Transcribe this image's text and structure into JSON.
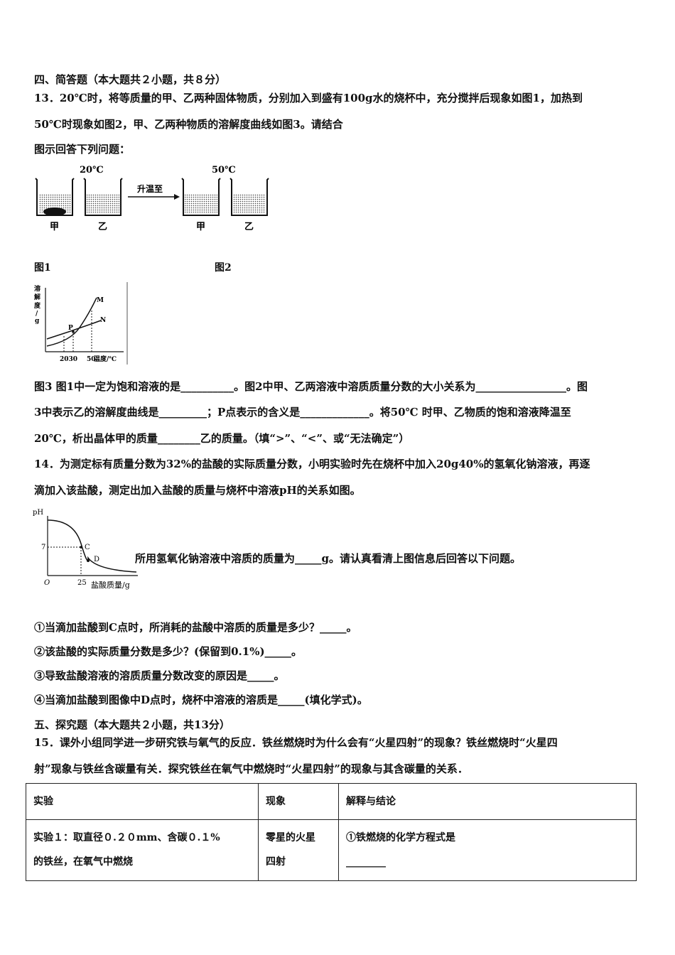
{
  "section4": {
    "heading": "四、简答题（本大题共２小题，共８分）",
    "q13_line1": "13．20℃时，将等质量的甲、乙两种固体物质，分别加入到盛有100g水的烧杯中，充分搅拌后现象如图1，加热到",
    "q13_line2": "50℃时现象如图2，甲、乙两种物质的溶解度曲线如图3。请结合",
    "q13_line3": "图示回答下列问题：",
    "fig1_temp": "20℃",
    "fig2_temp": "50℃",
    "arrow_label": "升温至",
    "beaker_labels": [
      "甲",
      "乙",
      "甲",
      "乙"
    ],
    "fig1_caption": "图1",
    "fig2_caption": "图2",
    "fig3": {
      "ylabel": [
        "溶",
        "解",
        "度",
        "/",
        "g"
      ],
      "curve_m": "M",
      "curve_n": "N",
      "point_p": "P",
      "xticks": "2030",
      "xtick_50": "50",
      "xlabel": "温度/℃"
    },
    "q13_a_line1": "图3 图1中一定为饱和溶液的是__________。图2中甲、乙两溶液中溶质质量分数的大小关系为_________________。图",
    "q13_a_line2": "3中表示乙的溶解度曲线是_________；P点表示的含义是_____________。将50℃ 时甲、乙物质的饱和溶液降温至",
    "q13_a_line3": "20℃，析出晶体甲的质量________乙的质量。（填“>”、“<”、或“无法确定”）",
    "q14_line1": "14．为测定标有质量分数为32%的盐酸的实际质量分数，小明实验时先在烧杯中加入20g40%的氢氧化钠溶液，再逐",
    "q14_line2": "滴加入该盐酸，测定出加入盐酸的质量与烧杯中溶液pH的关系如图。",
    "ph_chart": {
      "ylabel": "pH",
      "y_tick": "7",
      "origin": "O",
      "x_tick": "25",
      "xlabel": "盐酸质量/g",
      "point_c": "C",
      "point_d": "D"
    },
    "q14_side": "所用氢氧化钠溶液中溶质的质量为_____g。请认真看清上图信息后回答以下问题。",
    "q14_s1": "①当滴加盐酸到C点时，所消耗的盐酸中溶质的质量是多少？_____。",
    "q14_s2": "②该盐酸的实际质量分数是多少？(保留到0.1%)_____。",
    "q14_s3": "③导致盐酸溶液的溶质质量分数改变的原因是_____。",
    "q14_s4": "④当滴加盐酸到图像中D点时，烧杯中溶液的溶质是_____(填化学式)。"
  },
  "section5": {
    "heading": "五、探究题（本大题共２小题，共13分）",
    "q15_line1": "15．课外小组同学进一步研究铁与氧气的反应．铁丝燃烧时为什么会有“火星四射”的现象？铁丝燃烧时“火星四",
    "q15_line2": "射”现象与铁丝含碳量有关．探究铁丝在氧气中燃烧时“火星四射”的现象与其含碳量的关系．",
    "table": {
      "headers": [
        "实验",
        "现象",
        "解释与结论"
      ],
      "row1_col1_a": "实验１：取直径０.２０mm、含碳０.１%",
      "row1_col1_b": "的铁丝，在氧气中燃烧",
      "row1_col2_a": "零星的火星",
      "row1_col2_b": "四射",
      "row1_col3_a": "①铁燃烧的化学方程式是",
      "row1_col3_b": "________"
    }
  }
}
